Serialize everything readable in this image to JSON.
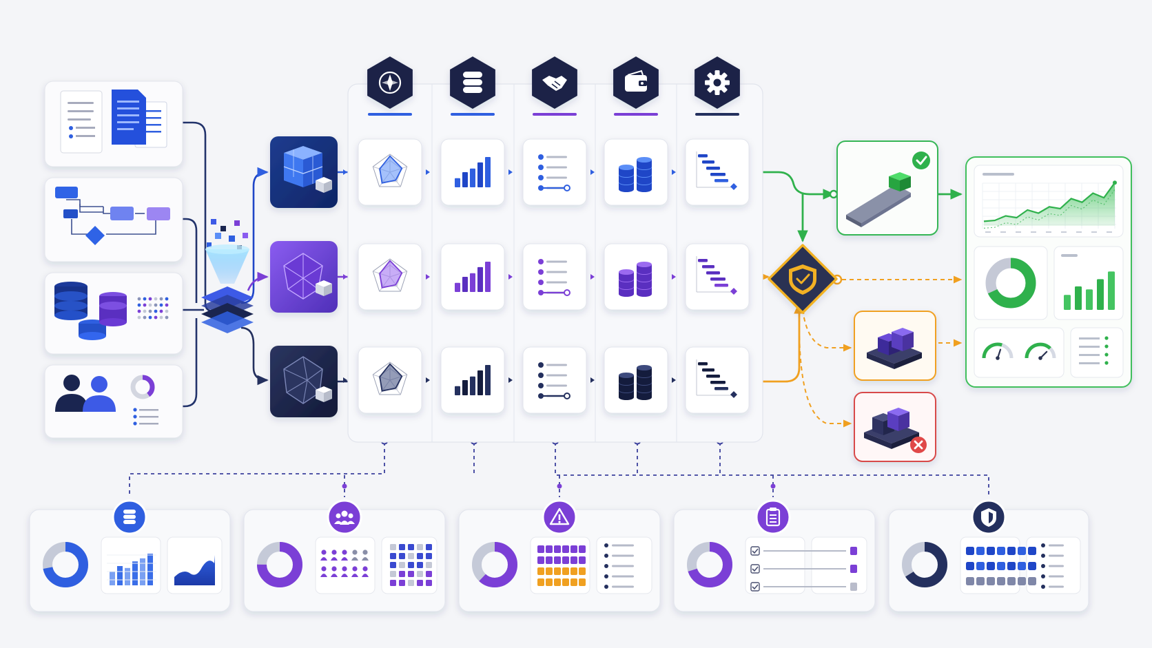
{
  "colors": {
    "background": "#f4f5f8",
    "blue": "#2f5fe0",
    "purple": "#7b3fd6",
    "navy": "#24305e",
    "green": "#2fb14c",
    "amber": "#f0a020",
    "red": "#d84a4a",
    "gold": "#f2b124",
    "connector": "#22336b"
  },
  "source_cards": [
    {
      "kind": "documents",
      "icon": "documents-icon"
    },
    {
      "kind": "flowchart",
      "icon": "flowchart-icon"
    },
    {
      "kind": "databases",
      "icon": "database-stack-icon"
    },
    {
      "kind": "people",
      "icon": "people-icon"
    }
  ],
  "processing_lanes": [
    {
      "tint": "blue",
      "icon": "cube-cluster-icon"
    },
    {
      "tint": "purple",
      "icon": "polyhedron-icon"
    },
    {
      "tint": "navy",
      "icon": "wireframe-gem-icon"
    }
  ],
  "column_headers": [
    {
      "icon": "compass-icon",
      "underline": "blue"
    },
    {
      "icon": "database-icon",
      "underline": "blue"
    },
    {
      "icon": "handshake-icon",
      "underline": "purple"
    },
    {
      "icon": "wallet-icon",
      "underline": "purple"
    },
    {
      "icon": "gear-icon",
      "underline": "navy"
    }
  ],
  "stage_tiles": [
    "radar-chart-icon",
    "bar-chart-icon",
    "checklist-icon",
    "coin-stack-icon",
    "gantt-chart-icon"
  ],
  "decision": {
    "icon": "shield-check-icon"
  },
  "outcomes": [
    {
      "state": "success",
      "icon": "ramp-block-icon",
      "badge": "check-badge-icon",
      "color": "green"
    },
    {
      "state": "pending",
      "icon": "block-stack-icon",
      "color": "amber"
    },
    {
      "state": "failed",
      "icon": "block-stack-icon",
      "badge": "x-badge-icon",
      "color": "red"
    }
  ],
  "dashboard": {
    "line_chart": {
      "trend": "rising",
      "color": "green"
    },
    "donut_fraction": 0.68,
    "bars": [
      0.35,
      0.55,
      0.48,
      0.72,
      0.9
    ],
    "gauges": [
      0.6,
      0.75
    ]
  },
  "bottom_panels": [
    {
      "badge_icon": "database-badge-icon",
      "color": "blue",
      "donut_fraction": 0.72
    },
    {
      "badge_icon": "team-badge-icon",
      "color": "purple",
      "donut_fraction": 0.75
    },
    {
      "badge_icon": "warning-badge-icon",
      "color": "purple",
      "donut_fraction": 0.62
    },
    {
      "badge_icon": "clipboard-badge-icon",
      "color": "purple",
      "donut_fraction": 0.7
    },
    {
      "badge_icon": "shield-badge-icon",
      "color": "navy",
      "donut_fraction": 0.66
    }
  ]
}
